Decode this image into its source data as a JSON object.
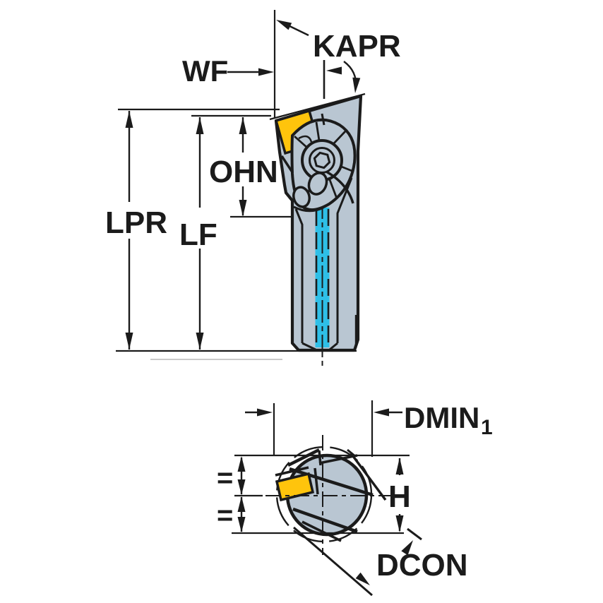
{
  "colors": {
    "background": "#ffffff",
    "line": "#1b1b1b",
    "body": "#b9c6d2",
    "insert": "#ffc40c",
    "coolant": "#2ebfe7",
    "faint": "#c9c9c9"
  },
  "side_view": {
    "labels": {
      "kapr": "KAPR",
      "wf": "WF",
      "ohn": "OHN",
      "lpr": "LPR",
      "lf": "LF"
    }
  },
  "end_view": {
    "labels": {
      "dmin": "DMIN",
      "dmin_sub": "1",
      "h": "H",
      "dcon": "DCON",
      "equal_upper": "=",
      "equal_lower": "="
    }
  }
}
